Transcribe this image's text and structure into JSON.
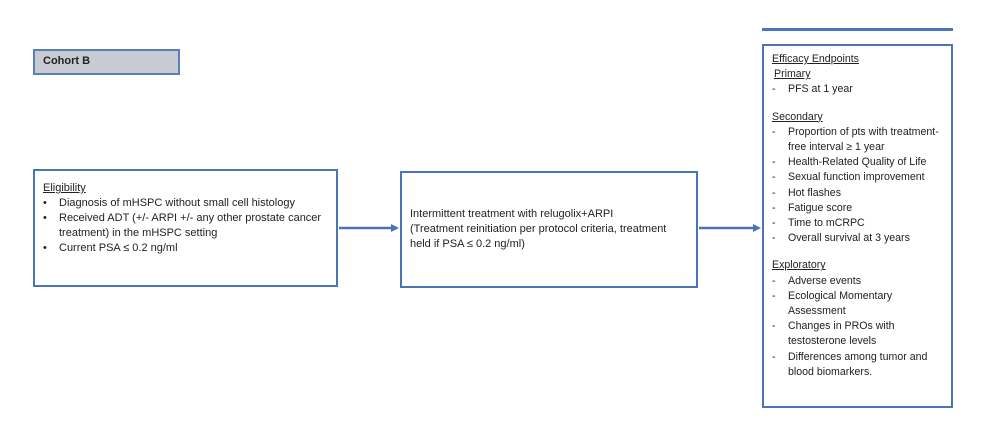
{
  "cohort": {
    "label": "Cohort B"
  },
  "eligibility": {
    "title": "Eligibility",
    "items": [
      "Diagnosis of mHSPC without small cell histology",
      "Received ADT (+/- ARPI +/- any other prostate cancer treatment) in the mHSPC setting",
      "Current PSA ≤ 0.2 ng/ml"
    ]
  },
  "treatment": {
    "line1": "Intermittent treatment with relugolix+ARPI",
    "line2": "(Treatment reinitiation per protocol criteria, treatment held if PSA ≤ 0.2 ng/ml)"
  },
  "efficacy": {
    "title": "Efficacy Endpoints",
    "primary": {
      "label": "Primary",
      "items": [
        "PFS at 1 year"
      ]
    },
    "secondary": {
      "label": "Secondary",
      "items": [
        "Proportion of pts with treatment-free interval ≥ 1 year",
        "Health-Related Quality of Life",
        "Sexual function improvement",
        "Hot flashes",
        "Fatigue score",
        "Time to mCRPC",
        "Overall survival at 3 years"
      ]
    },
    "exploratory": {
      "label": "Exploratory",
      "items": [
        "Adverse events",
        "Ecological Momentary Assessment",
        "Changes in PROs with testosterone levels",
        "Differences among tumor and blood biomarkers."
      ]
    }
  },
  "colors": {
    "border": "#4a74b4",
    "cohort_fill": "#c8ccd2"
  }
}
